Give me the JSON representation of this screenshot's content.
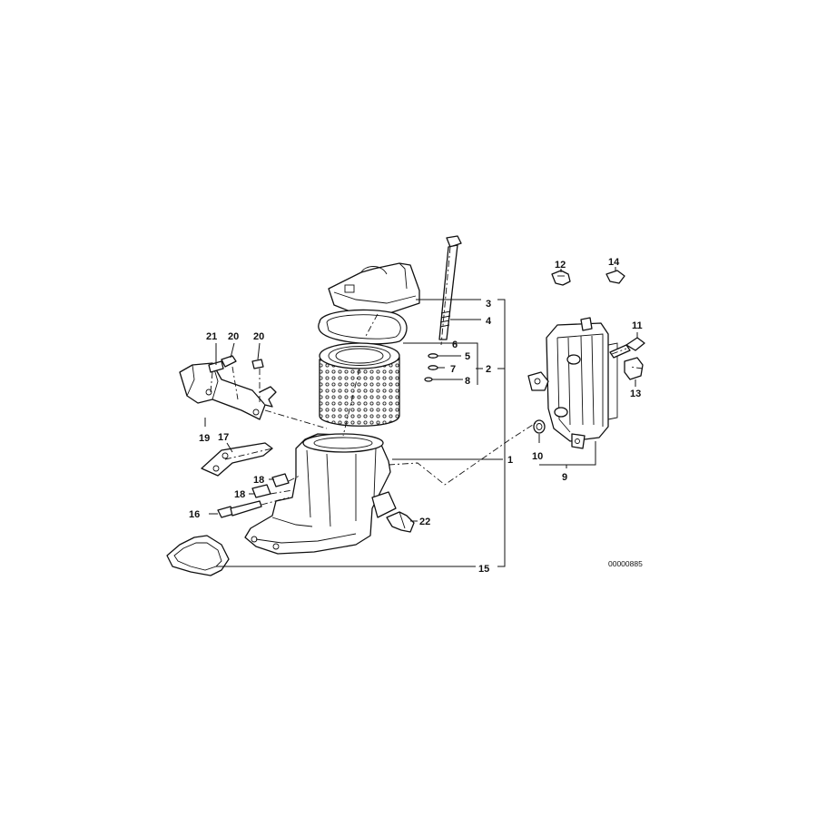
{
  "callouts": {
    "c1": "1",
    "c2": "2",
    "c3": "3",
    "c4": "4",
    "c5": "5",
    "c6": "6",
    "c7": "7",
    "c8": "8",
    "c9": "9",
    "c10": "10",
    "c11": "11",
    "c12": "12",
    "c13": "13",
    "c14": "14",
    "c15": "15",
    "c16": "16",
    "c17": "17",
    "c18a": "18",
    "c18b": "18",
    "c19": "19",
    "c20a": "20",
    "c20b": "20",
    "c21": "21",
    "c22": "22"
  },
  "diagram_ref": "00000885"
}
